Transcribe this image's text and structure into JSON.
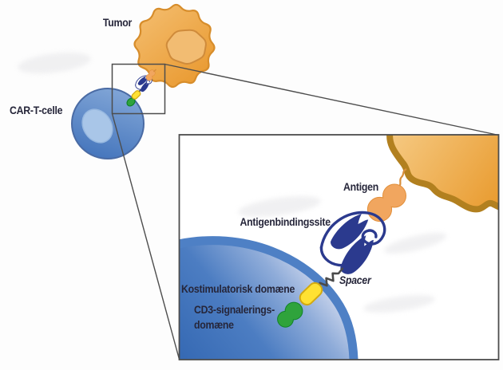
{
  "figure": {
    "overview": {
      "tumor_label": "Tumor",
      "cart_label": "CAR-T-celle"
    },
    "detail": {
      "antigen_label": "Antigen",
      "binding_site_label": "Antigenbindingssite",
      "spacer_label": "Spacer",
      "costimulatory_label": "Kostimulatorisk domæne",
      "cd3_label_line1": "CD3-signalerings-",
      "cd3_label_line2": "domæne"
    },
    "colors": {
      "text": "#26263A",
      "tumor_fill": "#EDA443",
      "tumor_border": "#D78D2B",
      "tumor_membrane_dark": "#B2801F",
      "tcell_fill": "#4C7DC2",
      "tcell_border": "#4A6BA4",
      "tcell_nucleus": "#A9C6E8",
      "membrane": "#4E80C5",
      "antibody": "#2B3A8E",
      "antigen_fill": "#F1A65F",
      "antigen_border": "#E2903C",
      "squiggle": "#D98F3C",
      "costim_fill": "#FFE133",
      "costim_border": "#D2A912",
      "cd3_fill": "#2FA33C",
      "cd3_border": "#108227",
      "box_line": "#4D4D4D"
    }
  }
}
